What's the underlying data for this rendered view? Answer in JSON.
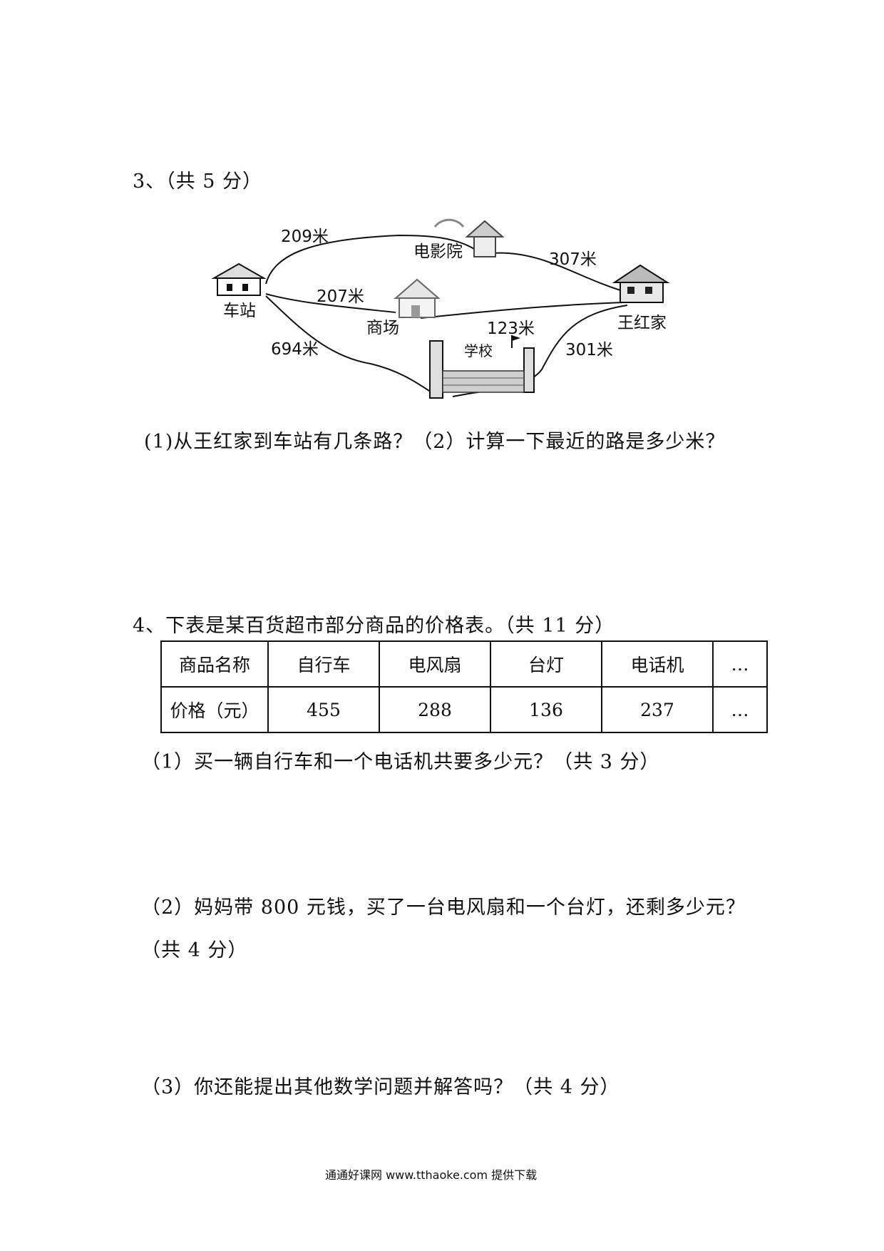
{
  "q3": {
    "title": "3、（共 5 分）",
    "map": {
      "places": {
        "station": "车站",
        "cinema": "电影院",
        "mall": "商场",
        "school": "学校",
        "home": "王红家"
      },
      "distances": {
        "station_cinema": "209米",
        "cinema_home": "307米",
        "station_mall": "207米",
        "mall_home": "123米",
        "station_school": "694米",
        "school_home": "301米"
      }
    },
    "question": "(1)从王红家到车站有几条路？（2）计算一下最近的路是多少米？"
  },
  "q4": {
    "title": "4、下表是某百货超市部分商品的价格表。（共 11 分）",
    "table": {
      "header": [
        "商品名称",
        "自行车",
        "电风扇",
        "台灯",
        "电话机",
        "…"
      ],
      "row": [
        "价格（元）",
        "455",
        "288",
        "136",
        "237",
        "…"
      ]
    },
    "sub1": "（1）买一辆自行车和一个电话机共要多少元？（共 3 分）",
    "sub2_line1": "（2）妈妈带 800 元钱，买了一台电风扇和一个台灯，还剩多少元？",
    "sub2_line2": "（共 4 分）",
    "sub3": "（3）你还能提出其他数学问题并解答吗？（共 4 分）"
  },
  "footer": "通通好课网 www.tthaoke.com 提供下载"
}
